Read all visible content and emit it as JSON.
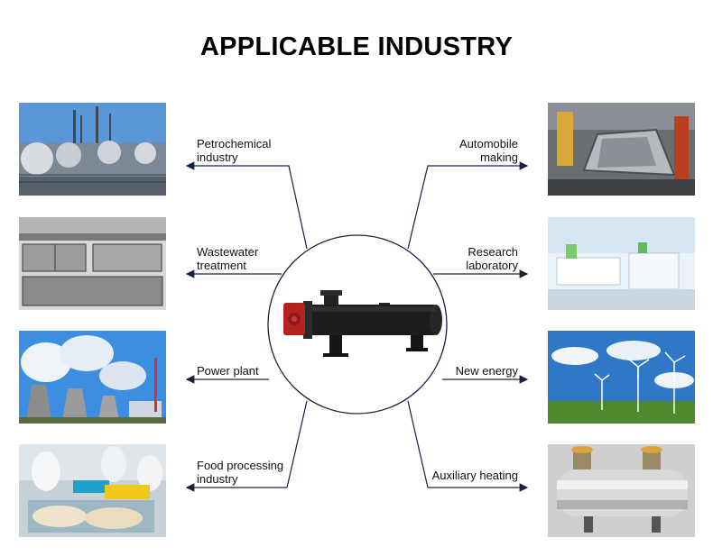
{
  "title": "APPLICABLE INDUSTRY",
  "industries": {
    "left": [
      {
        "line1": "Petrochemical",
        "line2": "industry",
        "image": "petrochemical-plant-photo"
      },
      {
        "line1": "Wastewater",
        "line2": "treatment",
        "image": "wastewater-treatment-photo"
      },
      {
        "line1": "Power plant",
        "line2": "",
        "image": "power-plant-photo"
      },
      {
        "line1": "Food processing",
        "line2": "industry",
        "image": "food-processing-photo"
      }
    ],
    "right": [
      {
        "line1": "Automobile",
        "line2": "making",
        "image": "automobile-factory-photo"
      },
      {
        "line1": "Research",
        "line2": "laboratory",
        "image": "research-laboratory-photo"
      },
      {
        "line1": "New energy",
        "line2": "",
        "image": "wind-turbines-photo"
      },
      {
        "line1": "Auxiliary heating",
        "line2": "",
        "image": "auxiliary-heater-photo"
      }
    ]
  },
  "center": {
    "image": "pipeline-heater-photo"
  },
  "colors": {
    "line": "#1a2140",
    "heater_body": "#1c1c1c",
    "heater_flange": "#b3231f"
  }
}
